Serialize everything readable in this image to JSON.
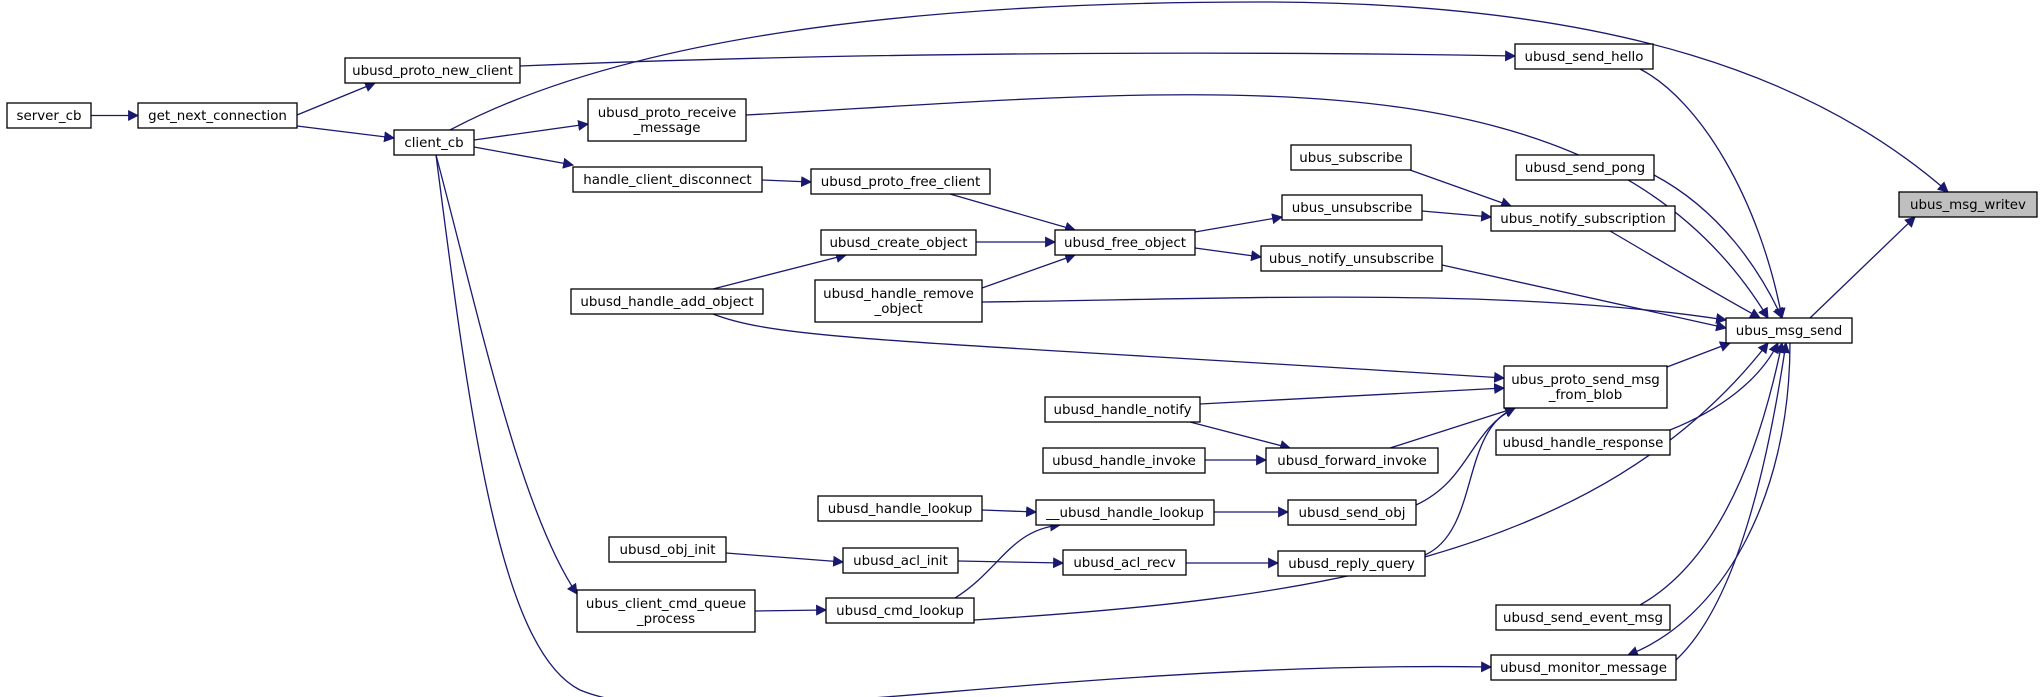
{
  "nodes": [
    {
      "id": "server_cb",
      "lines": [
        "server_cb"
      ]
    },
    {
      "id": "get_next_connection",
      "lines": [
        "get_next_connection"
      ]
    },
    {
      "id": "ubusd_proto_new_client",
      "lines": [
        "ubusd_proto_new_client"
      ]
    },
    {
      "id": "client_cb",
      "lines": [
        "client_cb"
      ]
    },
    {
      "id": "ubusd_proto_receive_message",
      "lines": [
        "ubusd_proto_receive",
        "_message"
      ]
    },
    {
      "id": "handle_client_disconnect",
      "lines": [
        "handle_client_disconnect"
      ]
    },
    {
      "id": "ubusd_proto_free_client",
      "lines": [
        "ubusd_proto_free_client"
      ]
    },
    {
      "id": "ubusd_create_object",
      "lines": [
        "ubusd_create_object"
      ]
    },
    {
      "id": "ubusd_handle_add_object",
      "lines": [
        "ubusd_handle_add_object"
      ]
    },
    {
      "id": "ubusd_handle_remove_object",
      "lines": [
        "ubusd_handle_remove",
        "_object"
      ]
    },
    {
      "id": "ubusd_free_object",
      "lines": [
        "ubusd_free_object"
      ]
    },
    {
      "id": "ubus_subscribe",
      "lines": [
        "ubus_subscribe"
      ]
    },
    {
      "id": "ubus_unsubscribe",
      "lines": [
        "ubus_unsubscribe"
      ]
    },
    {
      "id": "ubus_notify_unsubscribe",
      "lines": [
        "ubus_notify_unsubscribe"
      ]
    },
    {
      "id": "ubusd_send_hello",
      "lines": [
        "ubusd_send_hello"
      ]
    },
    {
      "id": "ubusd_send_pong",
      "lines": [
        "ubusd_send_pong"
      ]
    },
    {
      "id": "ubus_notify_subscription",
      "lines": [
        "ubus_notify_subscription"
      ]
    },
    {
      "id": "ubus_msg_writev",
      "lines": [
        "ubus_msg_writev"
      ],
      "highlight": true
    },
    {
      "id": "ubus_msg_send",
      "lines": [
        "ubus_msg_send"
      ]
    },
    {
      "id": "ubus_proto_send_msg_from_blob",
      "lines": [
        "ubus_proto_send_msg",
        "_from_blob"
      ]
    },
    {
      "id": "ubusd_handle_notify",
      "lines": [
        "ubusd_handle_notify"
      ]
    },
    {
      "id": "ubusd_handle_invoke",
      "lines": [
        "ubusd_handle_invoke"
      ]
    },
    {
      "id": "ubusd_forward_invoke",
      "lines": [
        "ubusd_forward_invoke"
      ]
    },
    {
      "id": "ubusd_handle_response",
      "lines": [
        "ubusd_handle_response"
      ]
    },
    {
      "id": "ubusd_handle_lookup",
      "lines": [
        "ubusd_handle_lookup"
      ]
    },
    {
      "id": "__ubusd_handle_lookup",
      "lines": [
        "__ubusd_handle_lookup"
      ]
    },
    {
      "id": "ubusd_send_obj",
      "lines": [
        "ubusd_send_obj"
      ]
    },
    {
      "id": "ubusd_obj_init",
      "lines": [
        "ubusd_obj_init"
      ]
    },
    {
      "id": "ubusd_acl_init",
      "lines": [
        "ubusd_acl_init"
      ]
    },
    {
      "id": "ubusd_acl_recv",
      "lines": [
        "ubusd_acl_recv"
      ]
    },
    {
      "id": "ubusd_reply_query",
      "lines": [
        "ubusd_reply_query"
      ]
    },
    {
      "id": "ubus_client_cmd_queue_process",
      "lines": [
        "ubus_client_cmd_queue",
        "_process"
      ]
    },
    {
      "id": "ubusd_cmd_lookup",
      "lines": [
        "ubusd_cmd_lookup"
      ]
    },
    {
      "id": "ubusd_send_event_msg",
      "lines": [
        "ubusd_send_event_msg"
      ]
    },
    {
      "id": "ubusd_monitor_message",
      "lines": [
        "ubusd_monitor_message"
      ]
    }
  ],
  "colors": {
    "edge": "#191970",
    "node_border": "#000000",
    "highlight_fill": "#bfbfbf"
  }
}
